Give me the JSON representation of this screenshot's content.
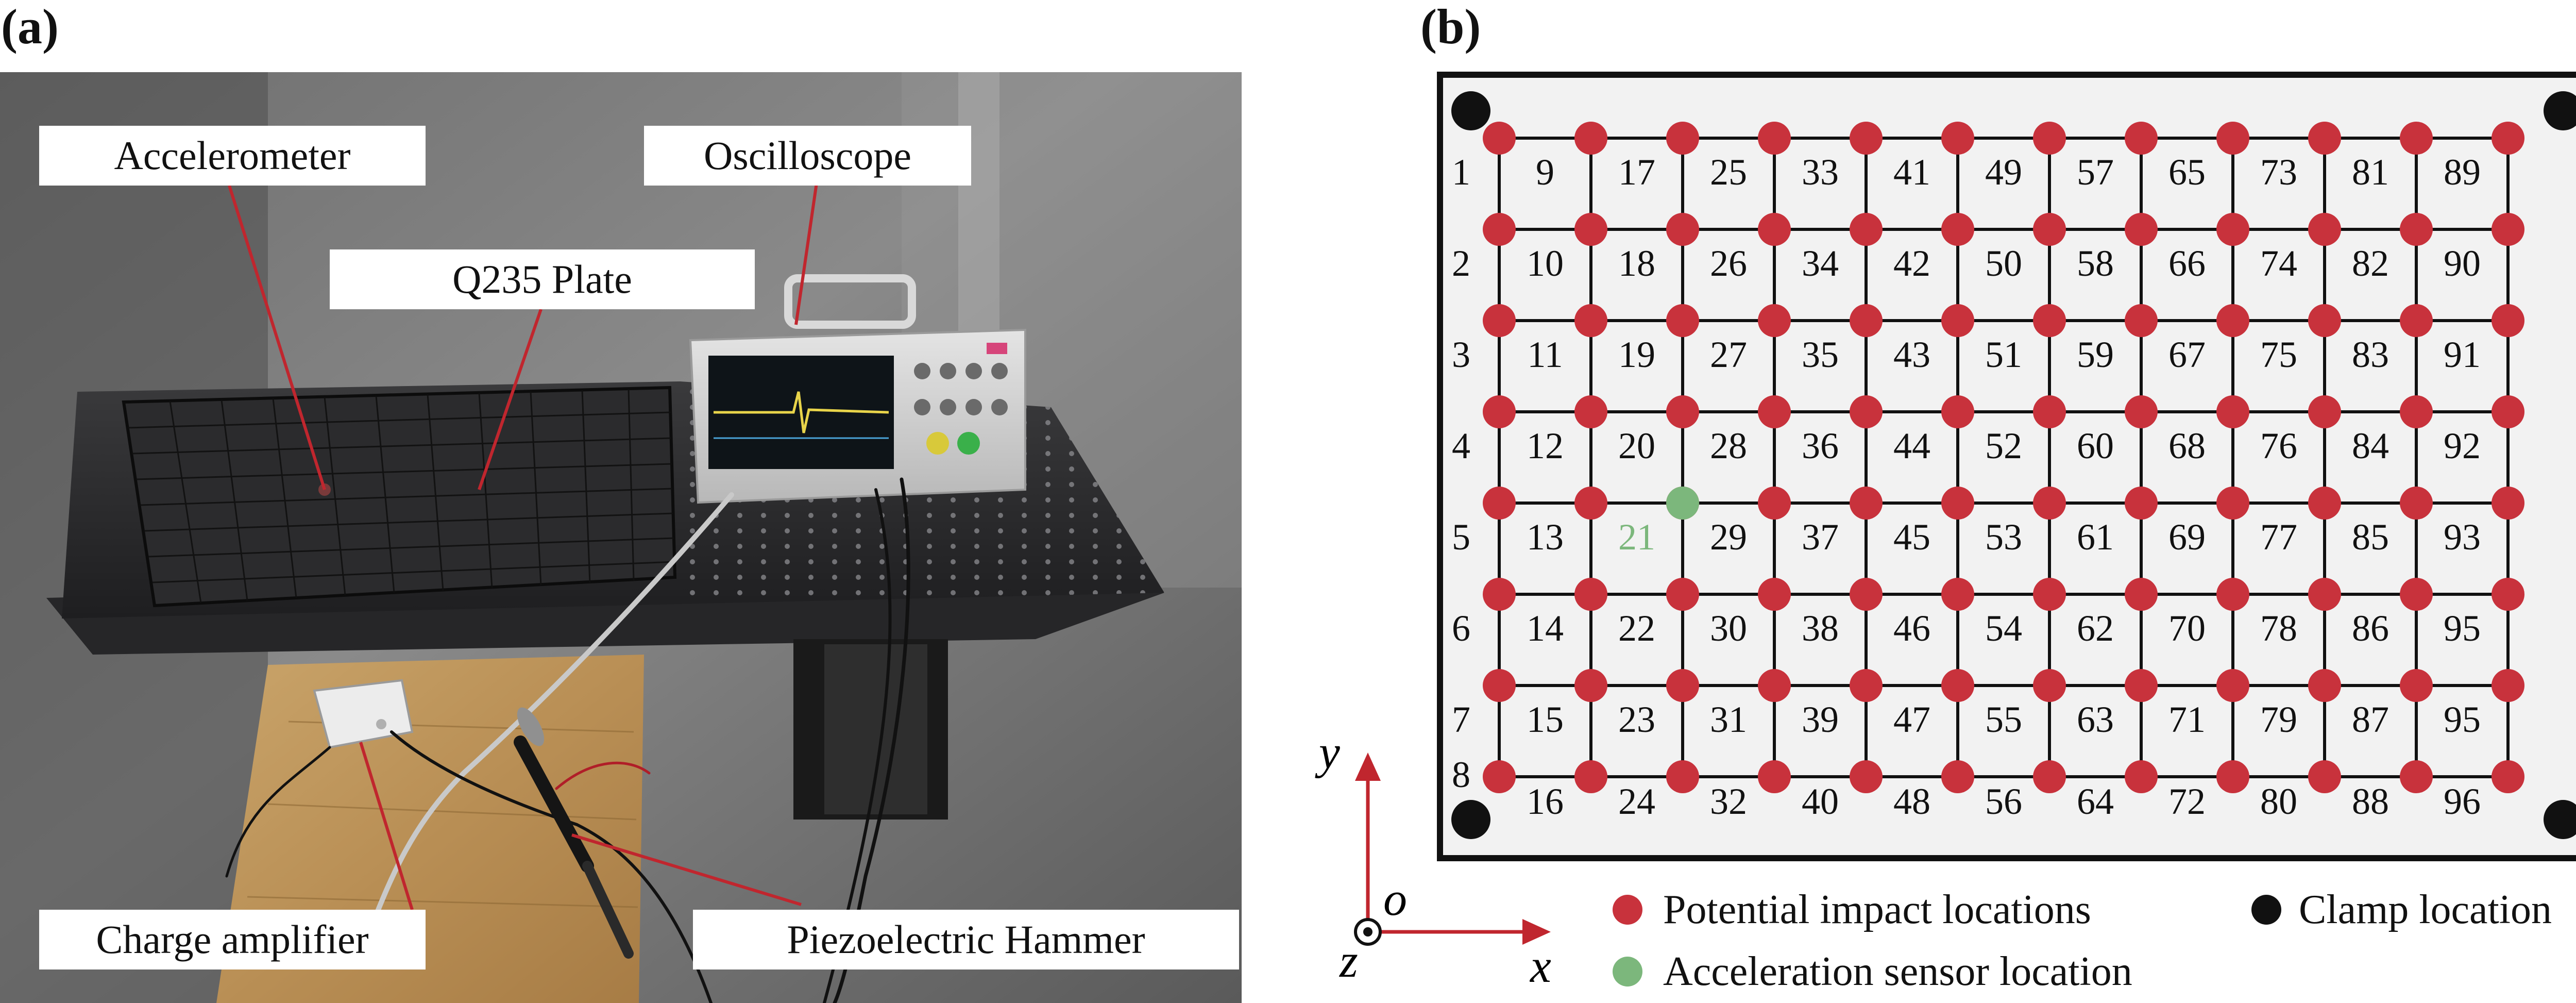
{
  "panel_a": {
    "label": "(a)",
    "callouts": {
      "accelerometer": "Accelerometer",
      "oscilloscope": "Oscilloscope",
      "plate": "Q235 Plate",
      "charge_amplifier": "Charge amplifier",
      "hammer": "Piezoelectric Hammer"
    }
  },
  "panel_b": {
    "label": "(b)",
    "row_labels": [
      "1",
      "2",
      "3",
      "4",
      "5",
      "6",
      "7",
      "8"
    ],
    "grid_numbers": [
      [
        "9",
        "17",
        "25",
        "33",
        "41",
        "49",
        "57",
        "65",
        "73",
        "81",
        "89"
      ],
      [
        "10",
        "18",
        "26",
        "34",
        "42",
        "50",
        "58",
        "66",
        "74",
        "82",
        "90"
      ],
      [
        "11",
        "19",
        "27",
        "35",
        "43",
        "51",
        "59",
        "67",
        "75",
        "83",
        "91"
      ],
      [
        "12",
        "20",
        "28",
        "36",
        "44",
        "52",
        "60",
        "68",
        "76",
        "84",
        "92"
      ],
      [
        "13",
        "21",
        "29",
        "37",
        "45",
        "53",
        "61",
        "69",
        "77",
        "85",
        "93"
      ],
      [
        "14",
        "22",
        "30",
        "38",
        "46",
        "54",
        "62",
        "70",
        "78",
        "86",
        "95"
      ],
      [
        "15",
        "23",
        "31",
        "39",
        "47",
        "55",
        "63",
        "71",
        "79",
        "87",
        "95"
      ],
      [
        "16",
        "24",
        "32",
        "40",
        "48",
        "56",
        "64",
        "72",
        "80",
        "88",
        "96"
      ]
    ],
    "sensor_number": "21",
    "axes": {
      "x": "x",
      "y": "y",
      "z": "z",
      "origin": "o"
    },
    "legend": {
      "impact": "Potential impact locations",
      "clamp": "Clamp location",
      "sensor": "Acceleration sensor location"
    },
    "colors": {
      "impact": "#c8323c",
      "clamp": "#111111",
      "sensor": "#7cb77c",
      "axis": "#c0262e",
      "grid": "#111111",
      "plate": "#f2f2f2"
    }
  }
}
